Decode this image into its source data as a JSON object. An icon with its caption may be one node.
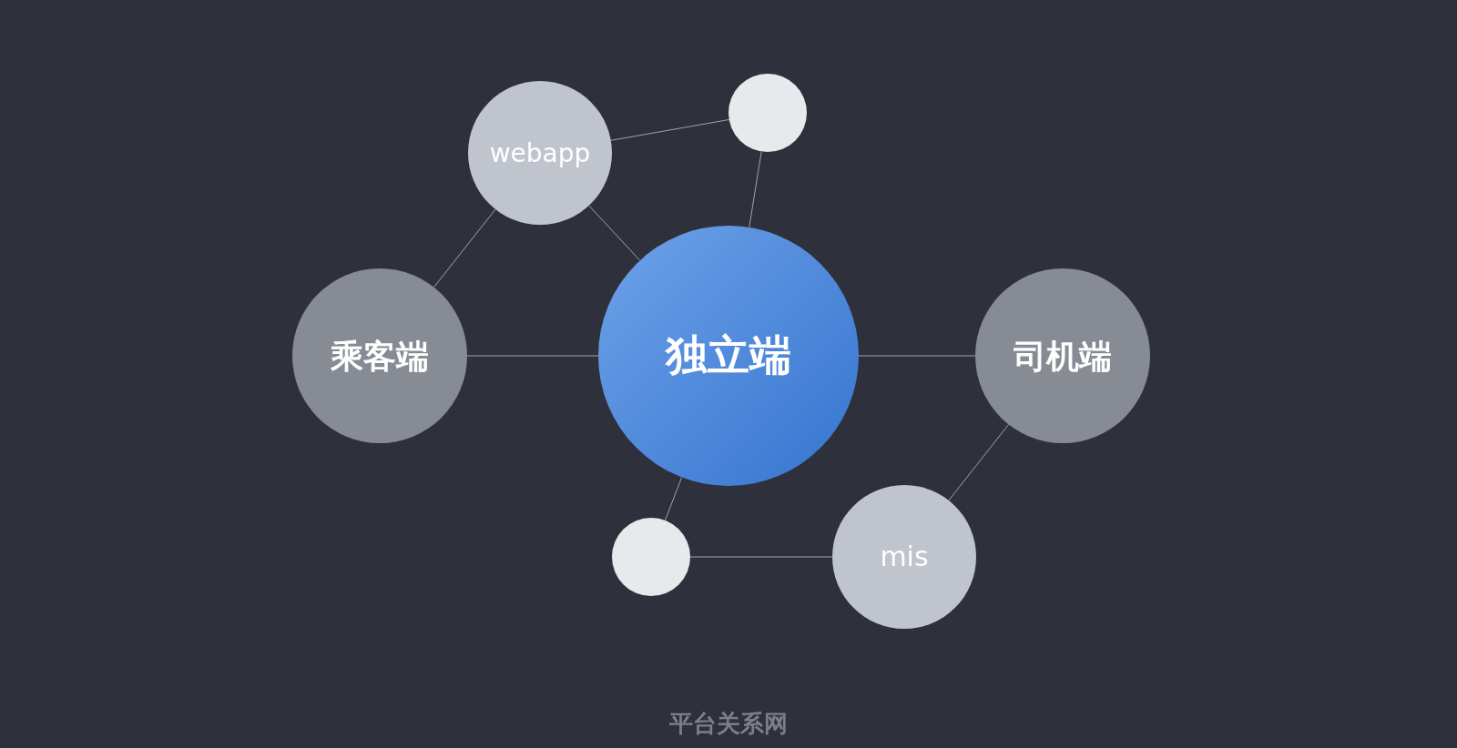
{
  "diagram": {
    "caption": "平台关系网",
    "nodes": [
      {
        "text": [
          "webapp"
        ]
      },
      {
        "text": [],
        "shape": "circle"
      },
      {
        "text": [
          "乘客端"
        ]
      },
      {
        "text": [
          "独立端"
        ]
      },
      {
        "text": [
          "司机端"
        ]
      },
      {
        "text": [],
        "shape": "circle"
      },
      {
        "text": [
          "mis"
        ]
      }
    ],
    "edges": [
      {
        "from": 0,
        "to": 1,
        "arrow": "none"
      },
      {
        "from": 1,
        "to": 3,
        "arrow": "none"
      },
      {
        "from": 0,
        "to": 2,
        "arrow": "none"
      },
      {
        "from": 0,
        "to": 3,
        "arrow": "none"
      },
      {
        "from": 2,
        "to": 3,
        "arrow": "none"
      },
      {
        "from": 3,
        "to": 4,
        "arrow": "none"
      },
      {
        "from": 4,
        "to": 6,
        "arrow": "none"
      },
      {
        "from": 3,
        "to": 5,
        "arrow": "none"
      },
      {
        "from": 5,
        "to": 6,
        "arrow": "none"
      }
    ]
  }
}
